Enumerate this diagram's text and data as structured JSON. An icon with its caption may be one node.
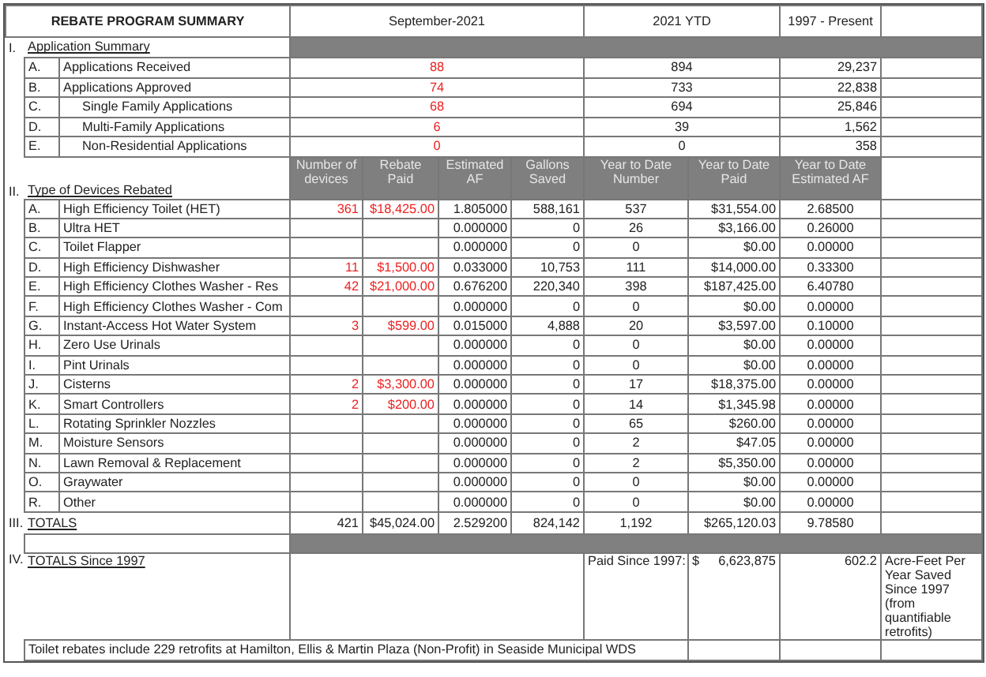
{
  "diagram": {
    "title": "REBATE PROGRAM SUMMARY",
    "labels": [
      "September-2021",
      "2021 YTD",
      "1997 - Present",
      "I.",
      "Application Summary",
      "A.",
      "Applications Received",
      "88",
      "894",
      "29,237",
      "B.",
      "Applications Approved",
      "74",
      "733",
      "22,838",
      "C.",
      "Single Family Applications",
      "68",
      "694",
      "25,846",
      "D.",
      "Multi-Family Applications",
      "6",
      "39",
      "1,562",
      "E.",
      "Non-Residential Applications",
      "0",
      "0",
      "358",
      "II.",
      "Type of Devices Rebated",
      "Number of devices",
      "Rebate Paid",
      "Estimated AF",
      "Gallons Saved",
      "Year to Date Number",
      "Year to Date Paid",
      "Year to Date Estimated AF",
      "A.",
      "High Efficiency Toilet (HET)",
      "361",
      "$18,425.00",
      "1.805000",
      "588,161",
      "537",
      "$31,554.00",
      "2.68500",
      "B.",
      "Ultra HET",
      "0.000000",
      "0",
      "26",
      "$3,166.00",
      "0.26000",
      "C.",
      "Toilet Flapper",
      "0.000000",
      "0",
      "0",
      "$0.00",
      "0.00000",
      "D.",
      "High Efficiency Dishwasher",
      "11",
      "$1,500.00",
      "0.033000",
      "10,753",
      "111",
      "$14,000.00",
      "0.33300",
      "E.",
      "High Efficiency Clothes Washer - Res",
      "42",
      "$21,000.00",
      "0.676200",
      "220,340",
      "398",
      "$187,425.00",
      "6.40780",
      "F.",
      "High Efficiency Clothes Washer - Com",
      "0.000000",
      "0",
      "0",
      "$0.00",
      "0.00000",
      "G.",
      "Instant-Access Hot Water System",
      "3",
      "$599.00",
      "0.015000",
      "4,888",
      "20",
      "$3,597.00",
      "0.10000",
      "H.",
      "Zero Use Urinals",
      "0.000000",
      "0",
      "0",
      "$0.00",
      "0.00000",
      "I.",
      "Pint Urinals",
      "0.000000",
      "0",
      "0",
      "$0.00",
      "0.00000",
      "J.",
      "Cisterns",
      "2",
      "$3,300.00",
      "0.000000",
      "0",
      "17",
      "$18,375.00",
      "0.00000",
      "K.",
      "Smart Controllers",
      "2",
      "$200.00",
      "0.000000",
      "0",
      "14",
      "$1,345.98",
      "0.00000",
      "L.",
      "Rotating Sprinkler Nozzles",
      "0.000000",
      "0",
      "65",
      "$260.00",
      "0.00000",
      "M.",
      "Moisture Sensors",
      "0.000000",
      "0",
      "2",
      "$47.05",
      "0.00000",
      "N.",
      "Lawn Removal & Replacement",
      "0.000000",
      "0",
      "2",
      "$5,350.00",
      "0.00000",
      "O.",
      "Graywater",
      "0.000000",
      "0",
      "0",
      "$0.00",
      "0.00000",
      "R.",
      "Other",
      "0.000000",
      "0",
      "0",
      "$0.00",
      "0.00000",
      "III.",
      "TOTALS",
      "421",
      "$45,024.00",
      "2.529200",
      "824,142",
      "1,192",
      "$265,120.03",
      "9.78580",
      "IV.",
      "TOTALS Since 1997",
      "Paid Since 1997:",
      "$ 6,623,875",
      "602.2",
      "Acre-Feet Per Year Saved Since 1997 (from quantifiable retrofits)",
      "Toilet rebates include 229 retrofits at Hamilton, Ellis & Martin Plaza (Non-Profit) in Seaside Municipal WDS"
    ]
  }
}
